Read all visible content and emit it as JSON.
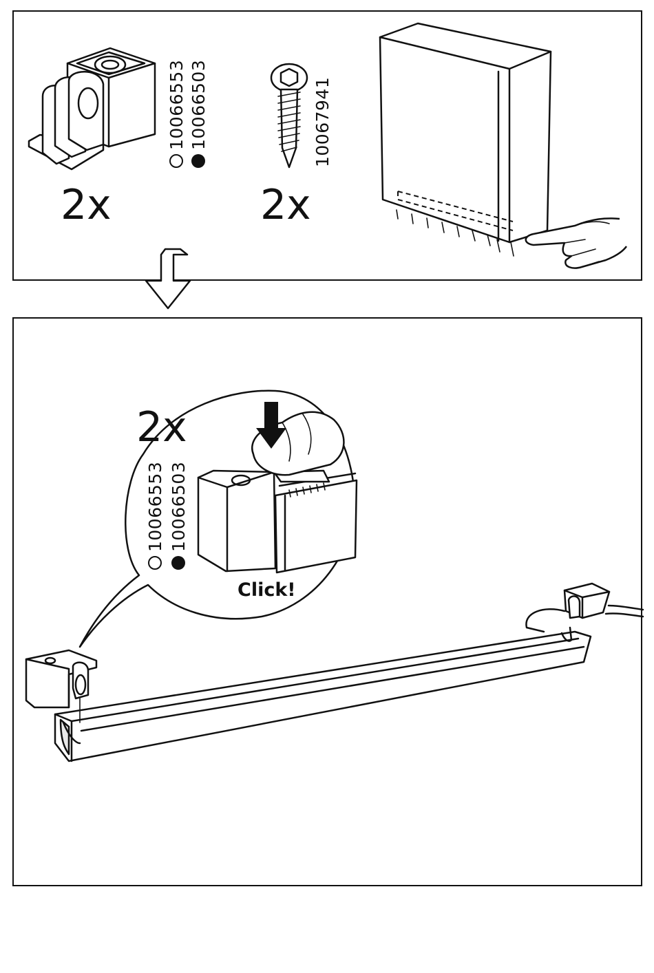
{
  "top_panel": {
    "clip_part": {
      "quantity": "2x",
      "article_white": "10066553",
      "article_black": "10066503"
    },
    "screw_part": {
      "quantity": "2x",
      "article": "10067941"
    }
  },
  "bottom_panel": {
    "detail": {
      "quantity": "2x",
      "article_white": "10066553",
      "article_black": "10066503",
      "action_label": "Click!"
    }
  }
}
